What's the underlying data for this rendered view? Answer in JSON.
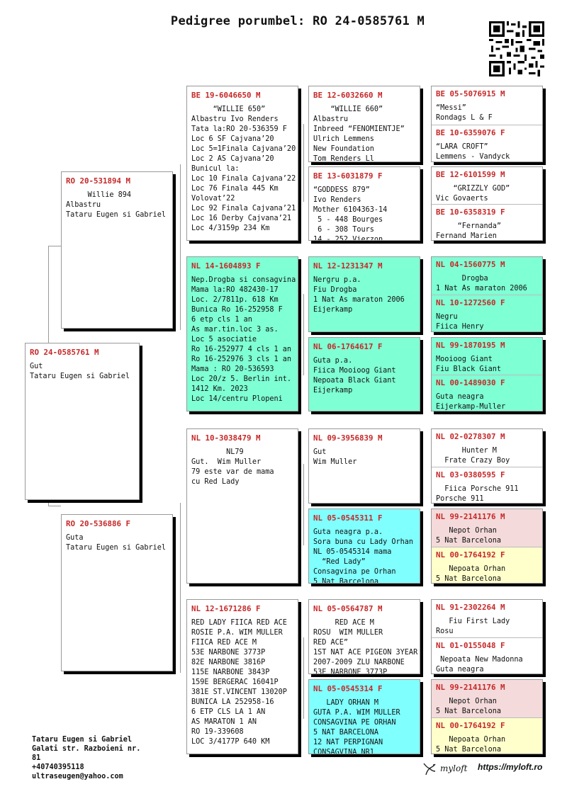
{
  "header": {
    "title": "Pedigree porumbel: RO 24-0585761 M"
  },
  "subject": {
    "ring": "RO 24-0585761 M",
    "text": "Gut\nTataru Eugen si Gabriel"
  },
  "gen1": {
    "sire": {
      "ring": "RO 20-531894 M",
      "text": "     Willie 894\nAlbastru\nTataru Eugen si Gabriel"
    },
    "dam": {
      "ring": "RO 20-536886 F",
      "text": "Guta\nTataru Eugen si Gabriel"
    }
  },
  "gen2": {
    "ss": {
      "ring": "BE 19-6046650 M",
      "text": "     “WILLIE 650”\nAlbastru Ivo Renders\nTata la:RO 20-536359 F\nLoc 6 SF Cajvana’20\nLoc 5=1Finala Cajvana’20\nLoc 2 AS Cajvana’20\nBunicul la:\nLoc 10 Finala Cajvana’22\nLoc 76 Finala 445 Km\nVolovat’22\nLoc 92 Finala Cajvana’21\nLoc 16 Derby Cajvana’21\nLoc 4/3159p 234 Km"
    },
    "sd": {
      "ring": "NL 14-1604893 F",
      "text": "Nep.Drogba si consagvina\nMama la:RO 482430-17\nLoc. 2/7811p. 618 Km\nBunica Ro 16-252958 F\n6 etp cls 1 an\nAs mar.tin.loc 3 as.\nLoc 5 asociatie\nRo 16-252977 4 cls 1 an\nRo 16-252976 3 cls 1 an\nMama : RO 20-536593\nLoc 20/z 5. Berlin int.\n1412 Km. 2023\nLoc 14/centru Plopeni"
    },
    "ds": {
      "ring": "NL 10-3038479 M",
      "text": "        NL79\nGut.  Wim Muller\n79 este var de mama\ncu Red Lady"
    },
    "dd": {
      "ring": "NL 12-1671286 F",
      "text": "RED LADY FIICA RED ACE\nROSIE P.A. WIM MULLER\nFIICA RED ACE M\n53E NARBONE 3773P\n82E NARBONE 3816P\n115E NARBONE 3843P\n159E BERGERAC 16041P\n381E ST.VINCENT 13020P\nBUNICA LA 252958-16\n6 ETP CLS LA 1 AN\nAS MARATON 1 AN\nRO 19-339608\nLOC 3/4177P 640 KM"
    }
  },
  "gen3": {
    "sss": {
      "ring": "BE 12-6032660 M",
      "text": "    “WILLIE 660”\nAlbastru\nInbreed “FENOMIENTJE”\nUlrich Lemmens\nNew Foundation\nTom Renders Ll"
    },
    "ssd": {
      "ring": "BE 13-6031879 F",
      "text": "“GODDESS 879”\nIvo Renders\nMother 6104363-14\n 5 - 448 Bourges\n 6 - 308 Tours\n14 - 252 Vierzon"
    },
    "sds": {
      "ring": "NL 12-1231347 M",
      "text": "Nergru p.a.\nFiu Drogba\n1 Nat As maraton 2006\nEijerkamp"
    },
    "sdd": {
      "ring": "NL 06-1764617 F",
      "text": "Guta p.a.\nFiica Mooioog Giant\nNepoata Black Giant\nEijerkamp"
    },
    "dss": {
      "ring": "NL 09-3956839 M",
      "text": "Gut\nWim Muller"
    },
    "dsd": {
      "ring": "NL 05-0545311 F",
      "text": "Guta neagra p.a.\nSora buna cu Lady Orhan\nNL 05-0545314 mama\n  “Red Lady”\nConsagvina pe Orhan\n5 Nat Barcelona"
    },
    "dds": {
      "ring": "NL 05-0564787 M",
      "text": "     RED ACE M\nROSU  WIM MULLER\nRED ACE”\n1ST NAT ACE PIGEON 3YEAR\n2007-2009 ZLU NARBONE\n53E NARBONE 3773P"
    },
    "ddd": {
      "ring": "NL 05-0545314 F",
      "text": "   LADY ORHAN M\nGUTA P.A. WIM MULLER\nCONSAGVINA PE ORHAN\n5 NAT BARCELONA\n12 NAT PERPIGNAN\nCONSAGVINA NR1"
    }
  },
  "gen4": {
    "a1": {
      "ring": "BE 05-5076915 M",
      "text": "“Messi”\nRondags L & F"
    },
    "a2": {
      "ring": "BE 10-6359076 F",
      "text": "“LARA CROFT”\nLemmens - Vandyck"
    },
    "b1": {
      "ring": "BE 12-6101599 M",
      "text": "    “GRIZZLY GOD”\nVic Govaerts"
    },
    "b2": {
      "ring": "BE 10-6358319 F",
      "text": "     “Fernanda”\nFernand Marien"
    },
    "c1": {
      "ring": "NL 04-1560775 M",
      "text": "      Drogba\n1 Nat As maraton 2006"
    },
    "c2": {
      "ring": "NL 10-1272560 F",
      "text": "Negru\nFiica Henry"
    },
    "d1": {
      "ring": "NL 99-1870195 M",
      "text": "Mooioog Giant\nFiu Black Giant"
    },
    "d2": {
      "ring": "NL 00-1489030 F",
      "text": "Guta neagra\nEijerkamp-Muller"
    },
    "e1": {
      "ring": "NL 02-0278307 M",
      "text": "      Hunter M\n  Frate Crazy Boy"
    },
    "e2": {
      "ring": "NL 03-0380595 F",
      "text": "  Fiica Porsche 911\nPorsche 911"
    },
    "f1": {
      "ring": "NL 99-2141176 M",
      "text": "   Nepot Orhan\n5 Nat Barcelona"
    },
    "f2": {
      "ring": "NL 00-1764192 F",
      "text": "   Nepoata Orhan\n5 Nat Barcelona"
    },
    "g1": {
      "ring": "NL 91-2302264 M",
      "text": "   Fiu First Lady\nRosu"
    },
    "g2": {
      "ring": "NL 01-0155048 F",
      "text": " Nepoata New Madonna\nGuta neagra"
    },
    "h1": {
      "ring": "NL 99-2141176 M",
      "text": "   Nepot Orhan\n5 Nat Barcelona"
    },
    "h2": {
      "ring": "NL 00-1764192 F",
      "text": "   Nepoata Orhan\n5 Nat Barcelona"
    }
  },
  "footer": {
    "address": "Tataru Eugen si Gabriel\nGalati str. Razboieni nr.\n81\n+40740395118\nultraseugen@yahoo.com",
    "logo": "myloft",
    "site": "https://myloft.ro"
  },
  "colors": {
    "ring": "#c62828",
    "green": "#7fffd4",
    "cyan": "#80ffff",
    "pink": "#f4dada",
    "yellow": "#ffffcc"
  }
}
